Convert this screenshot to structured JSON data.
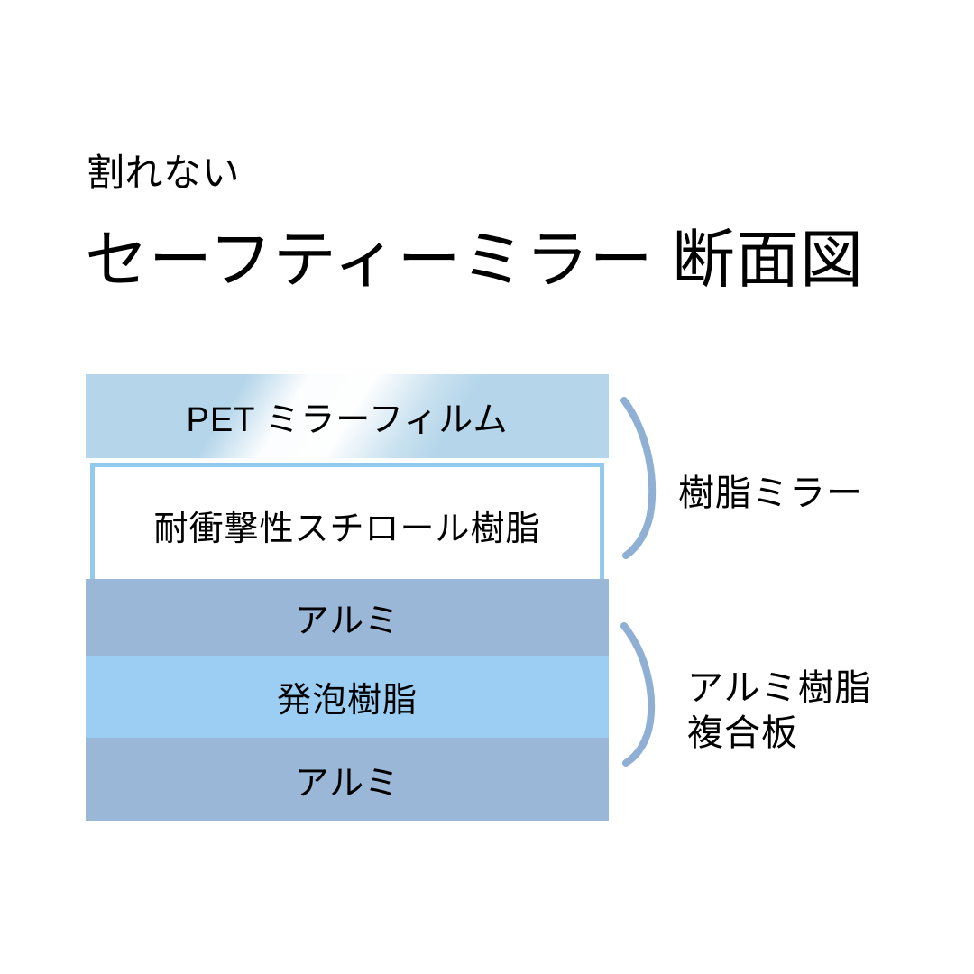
{
  "heading": {
    "subtitle": "割れない",
    "title": "セーフティーミラー 断面図"
  },
  "cross_section": {
    "layers": [
      {
        "id": "pet-mirror-film",
        "label": "PET ミラーフィルム",
        "color": "#b5d6ea",
        "has_gloss": true
      },
      {
        "id": "impact-styrene-resin",
        "label": "耐衝撃性スチロール樹脂",
        "color": "#ffffff",
        "border_color": "#92caef",
        "has_gloss": false
      },
      {
        "id": "aluminium-top",
        "label": "アルミ",
        "color": "#9bb7d7",
        "has_gloss": false
      },
      {
        "id": "foam-resin",
        "label": "発泡樹脂",
        "color": "#9bcef2",
        "has_gloss": false
      },
      {
        "id": "aluminium-bottom",
        "label": "アルミ",
        "color": "#9bb7d7",
        "has_gloss": false
      }
    ]
  },
  "brackets": [
    {
      "id": "resin-mirror",
      "label": "樹脂ミラー",
      "covers": [
        "pet-mirror-film",
        "impact-styrene-resin"
      ],
      "color": "#8fb0d4"
    },
    {
      "id": "aluminium-composite-panel",
      "label": "アルミ樹脂\n複合板",
      "covers": [
        "aluminium-top",
        "foam-resin",
        "aluminium-bottom"
      ],
      "color": "#8fb0d4"
    }
  ],
  "colors": {
    "background": "#ffffff",
    "text": "#000000",
    "pet_blue": "#b5d6ea",
    "aluminium_blue": "#9bb7d7",
    "foam_blue": "#9bcef2",
    "frame_blue": "#92caef",
    "bracket_blue": "#8fb0d4"
  }
}
